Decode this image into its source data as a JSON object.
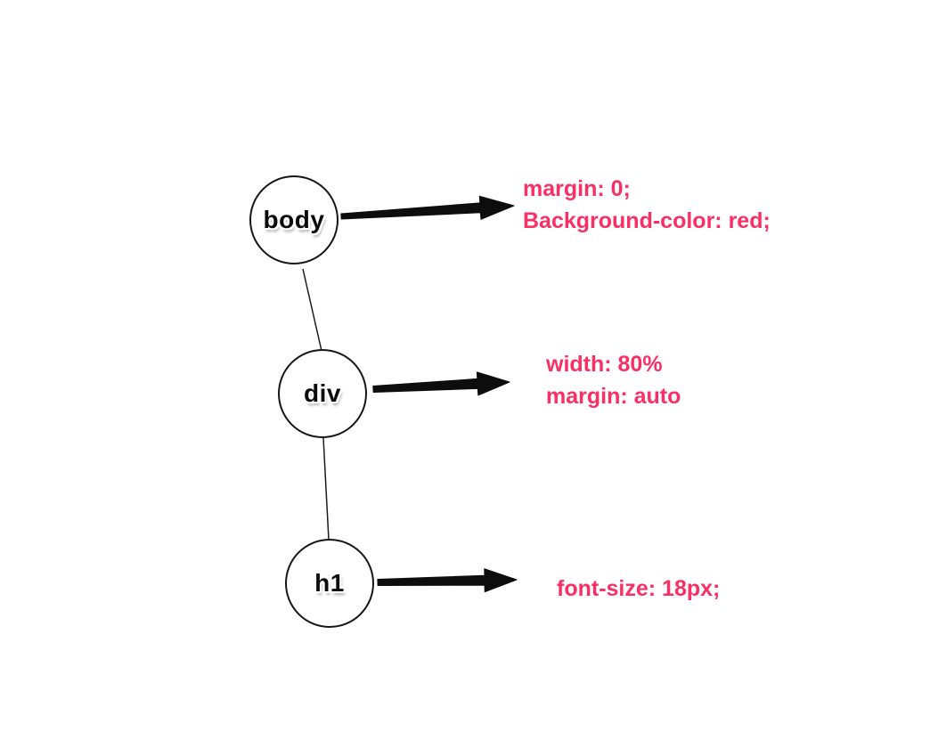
{
  "diagram": {
    "accent_color": "#F92F65",
    "nodes": [
      {
        "label": "body",
        "annotation_lines": [
          "margin: 0;",
          "Background-color: red;"
        ]
      },
      {
        "label": "div",
        "annotation_lines": [
          "width: 80%",
          "margin: auto"
        ]
      },
      {
        "label": "h1",
        "annotation_lines": [
          "font-size: 18px;"
        ]
      }
    ]
  }
}
